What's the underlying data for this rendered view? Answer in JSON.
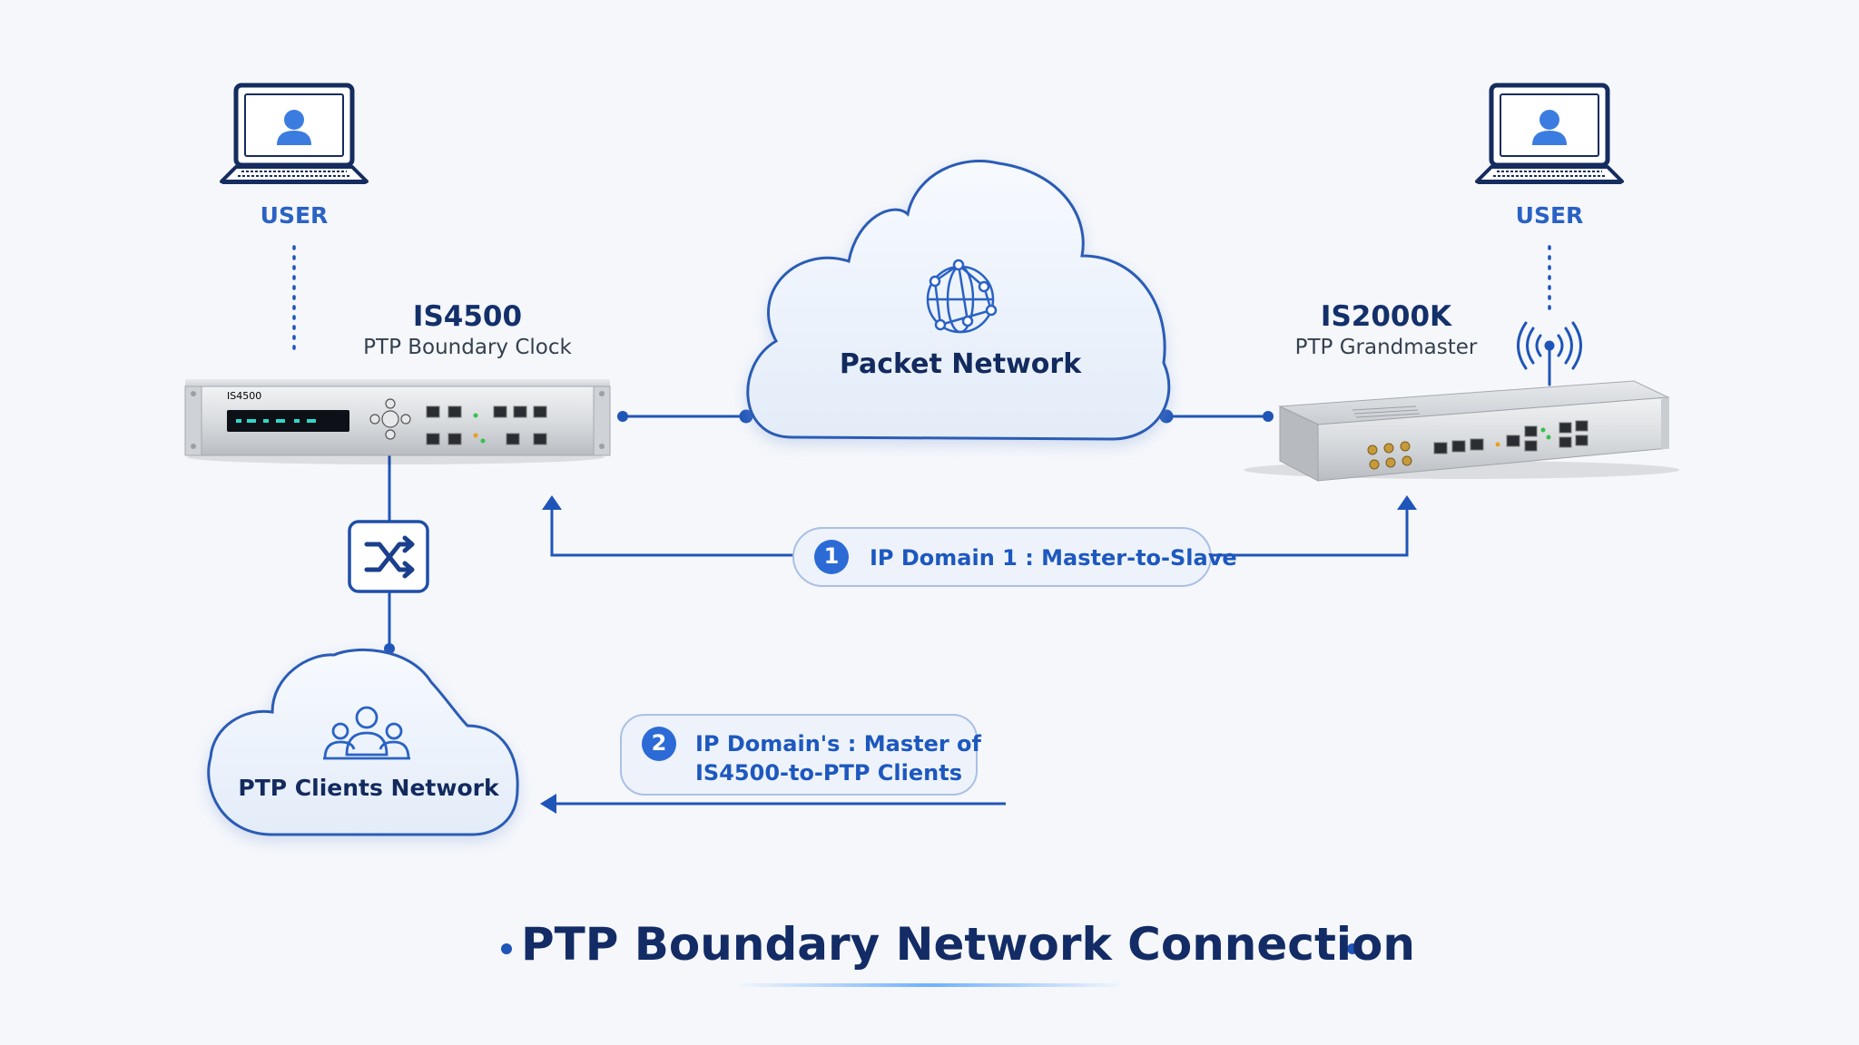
{
  "title": "PTP Boundary Network Connection",
  "colors": {
    "accent": "#1f55b8",
    "navy": "#132c66",
    "cloud_fill": "#edf3fb",
    "background": "#f5f7fb"
  },
  "users": {
    "left_label": "USER",
    "right_label": "USER"
  },
  "devices": {
    "boundary": {
      "name": "IS4500",
      "role": "PTP Boundary Clock",
      "faceplate": "IS4500"
    },
    "grandmaster": {
      "name": "IS2000K",
      "role": "PTP Grandmaster"
    }
  },
  "clouds": {
    "packet": "Packet Network",
    "clients": "PTP Clients Network"
  },
  "domains": [
    {
      "number": "1",
      "lines": [
        "IP Domain 1 : Master-to-Slave"
      ]
    },
    {
      "number": "2",
      "lines": [
        "IP Domain's : Master of",
        "IS4500-to-PTP Clients"
      ]
    }
  ],
  "icons": {
    "user": "laptop-user-icon",
    "packet": "network-globe-icon",
    "clients": "people-group-icon",
    "switch": "shuffle-switch-icon",
    "antenna": "wireless-antenna-icon"
  }
}
